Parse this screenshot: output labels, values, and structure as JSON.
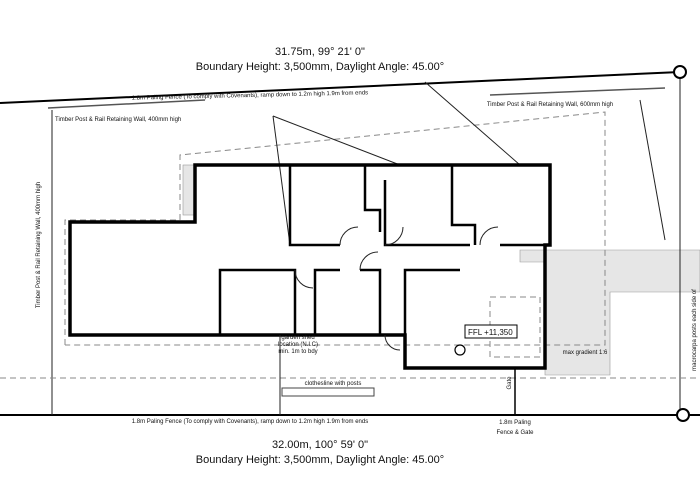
{
  "top_boundary": {
    "dimension": "31.75m, 99° 21' 0\"",
    "height": "Boundary Height: 3,500mm, Daylight Angle: 45.00°",
    "fence": "1.8m Paling Fence (To comply with Covenants), ramp down to 1.2m high 1.9m from ends"
  },
  "bottom_boundary": {
    "dimension": "32.00m, 100° 59' 0\"",
    "height": "Boundary Height: 3,500mm, Daylight Angle: 45.00°",
    "fence": "1.8m Paling Fence (To comply with Covenants), ramp down to 1.2m high 1.9m from ends"
  },
  "labels": {
    "retaining_600": "Timber Post & Rail Retaining Wall, 600mm high",
    "retaining_400_top": "Timber Post & Rail Retaining Wall, 400mm high",
    "retaining_400_left": "Timber Post & Rail Retaining Wall, 400mm high",
    "shed_1": "garden shed",
    "shed_2": "location (N.I.C)",
    "shed_3": "min. 1m to bdy",
    "clothesline": "clothesline with posts",
    "gate": "Gate",
    "fence_gate_1": "1.8m Paling",
    "fence_gate_2": "Fence & Gate",
    "gradient": "max gradient 1:6",
    "ffl": "FFL +11,350",
    "macrocarpa": "macrocarpa posts each side of"
  }
}
